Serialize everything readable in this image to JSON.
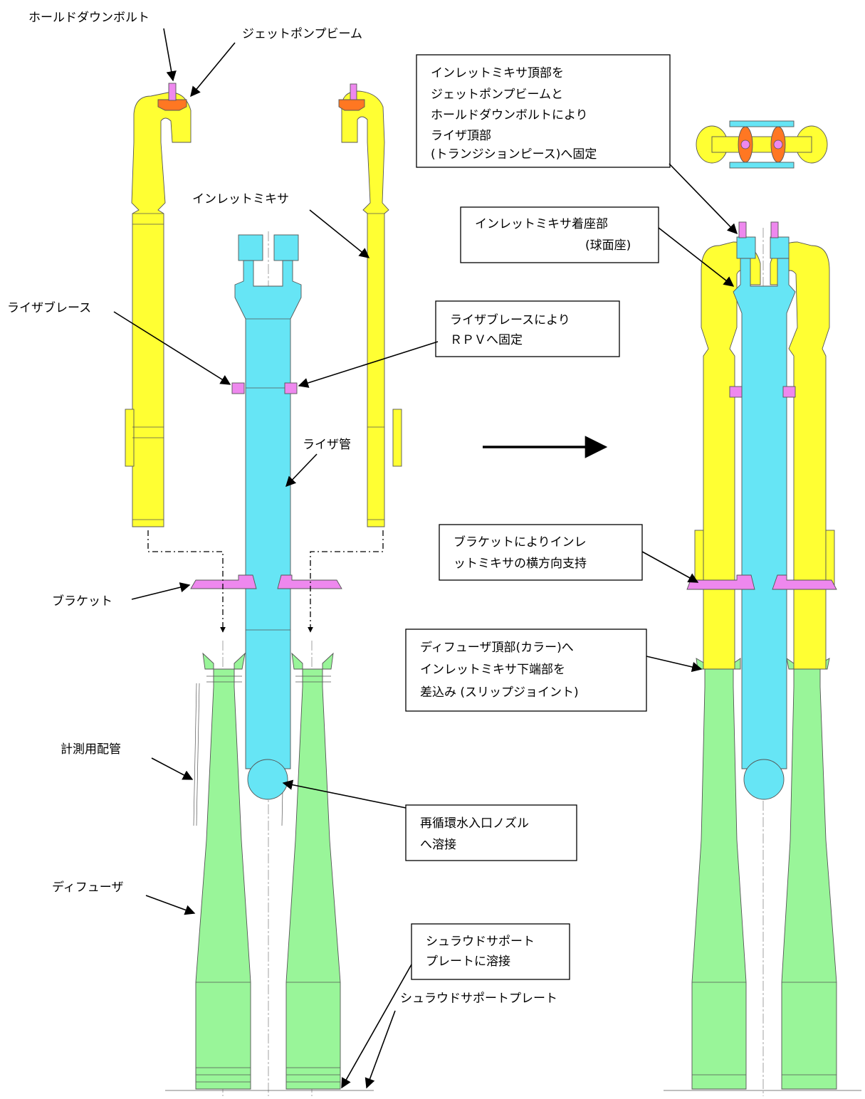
{
  "labels": {
    "hold_down_bolt": "ホールドダウンボルト",
    "jet_pump_beam": "ジェットポンプビーム",
    "inlet_mixer": "インレットミキサ",
    "riser_brace": "ライザブレース",
    "riser_pipe": "ライザ管",
    "bracket": "ブラケット",
    "instrument_piping": "計測用配管",
    "diffuser": "ディフューザ",
    "shroud_support_plate": "シュラウドサポートプレート"
  },
  "callouts": {
    "inlet_mixer_top": [
      "インレットミキサ頂部を",
      "ジェットポンプビームと",
      "ホールドダウンボルトにより",
      "ライザ頂部",
      "(トランジションピース)へ固定"
    ],
    "inlet_mixer_seat": [
      "インレットミキサ着座部",
      "(球面座)"
    ],
    "riser_brace_fix": [
      "ライザブレースにより",
      "ＲＰＶへ固定"
    ],
    "bracket_support": [
      "ブラケットによりインレ",
      "ットミキサの横方向支持"
    ],
    "diffuser_top": [
      "ディフューザ頂部(カラー)へ",
      "インレットミキサ下端部を",
      "差込み (スリップジョイント)"
    ],
    "inlet_nozzle_weld": [
      "再循環水入口ノズル",
      "へ溶接"
    ],
    "shroud_weld": [
      "シュラウドサポート",
      "プレートに溶接"
    ]
  },
  "colors": {
    "inlet_mixer": "#ffff33",
    "riser": "#66e5f5",
    "diffuser": "#99f599",
    "brace_bracket": "#ee88ee",
    "beam": "#ff7722"
  }
}
